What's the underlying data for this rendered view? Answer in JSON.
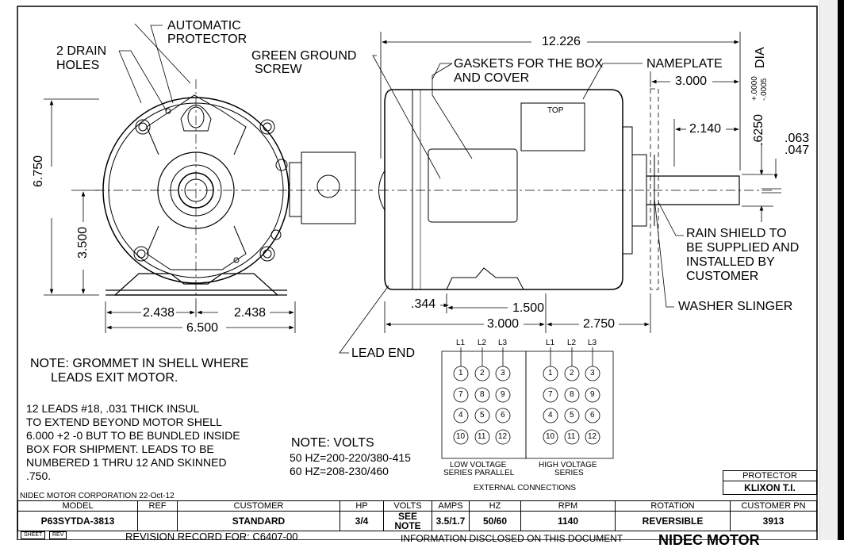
{
  "labels": {
    "automatic_protector_1": "AUTOMATIC",
    "automatic_protector_2": "PROTECTOR",
    "drain_holes_1": "2 DRAIN",
    "drain_holes_2": "HOLES",
    "green_ground_1": "GREEN GROUND",
    "green_ground_2": "SCREW",
    "gaskets_1": "GASKETS FOR THE BOX",
    "gaskets_2": "AND COVER",
    "nameplate": "NAMEPLATE",
    "nameplate_top": "TOP",
    "rain_shield_1": "RAIN SHIELD TO",
    "rain_shield_2": "BE SUPPLIED AND",
    "rain_shield_3": "INSTALLED BY",
    "rain_shield_4": "CUSTOMER",
    "washer_slinger": "WASHER SLINGER",
    "lead_end": "LEAD END",
    "dia": "DIA"
  },
  "dimensions": {
    "overall_length": "12.226",
    "nameplate_to_end": "3.000",
    "shaft_2140": "2.140",
    "shaft_dia": ".6250",
    "shaft_tol_plus": "+.0000",
    "shaft_tol_minus": "-.0005",
    "key_063": ".063",
    "key_047": ".047",
    "height_6750": "6.750",
    "height_3500": "3.500",
    "foot_2438_left": "2.438",
    "foot_2438_right": "2.438",
    "base_6500": "6.500",
    "dim_344": ".344",
    "dim_1500": "1.500",
    "dim_3000_base": "3.000",
    "dim_2750": "2.750"
  },
  "notes": {
    "grommet_1": "NOTE: GROMMET IN SHELL WHERE",
    "grommet_2": "LEADS EXIT MOTOR.",
    "leads_1": "12 LEADS #18, .031 THICK INSUL",
    "leads_2": "TO EXTEND BEYOND MOTOR SHELL",
    "leads_3": "6.000 +2 -0 BUT TO BE BUNDLED INSIDE",
    "leads_4": "BOX FOR SHIPMENT. LEADS TO BE",
    "leads_5": "NUMBERED 1 THRU 12 AND SKINNED",
    "leads_6": ".750.",
    "volts_title": "NOTE:    VOLTS",
    "volts_50": "50 HZ=200-220/380-415",
    "volts_60": "60 HZ=208-230/460"
  },
  "connections": {
    "line_labels": [
      "L1",
      "L2",
      "L3"
    ],
    "rows": [
      [
        "1",
        "2",
        "3"
      ],
      [
        "7",
        "8",
        "9"
      ],
      [
        "4",
        "5",
        "6"
      ],
      [
        "10",
        "11",
        "12"
      ]
    ],
    "low_voltage_1": "LOW VOLTAGE",
    "low_voltage_2": "SERIES PARALLEL",
    "high_voltage_1": "HIGH VOLTAGE",
    "high_voltage_2": "SERIES",
    "external": "EXTERNAL CONNECTIONS"
  },
  "title_block": {
    "corp": "NIDEC MOTOR CORPORATION 22-Oct-12",
    "protector_label": "PROTECTOR",
    "protector_value": "KLIXON T.I.",
    "headers": [
      "MODEL",
      "REF",
      "CUSTOMER",
      "HP",
      "VOLTS",
      "AMPS",
      "HZ",
      "RPM",
      "ROTATION",
      "CUSTOMER PN"
    ],
    "values": [
      "P63SYTDA-3813",
      "",
      "STANDARD",
      "3/4",
      "SEE NOTE",
      "3.5/1.7",
      "50/60",
      "1140",
      "REVERSIBLE",
      "3913"
    ],
    "sheet": "SHEET",
    "rev": "REV",
    "revision_record": "REVISION RECORD FOR: C6407-00",
    "info": "INFORMATION DISCLOSED ON THIS DOCUMENT",
    "brand": "NIDEC MOTOR"
  }
}
